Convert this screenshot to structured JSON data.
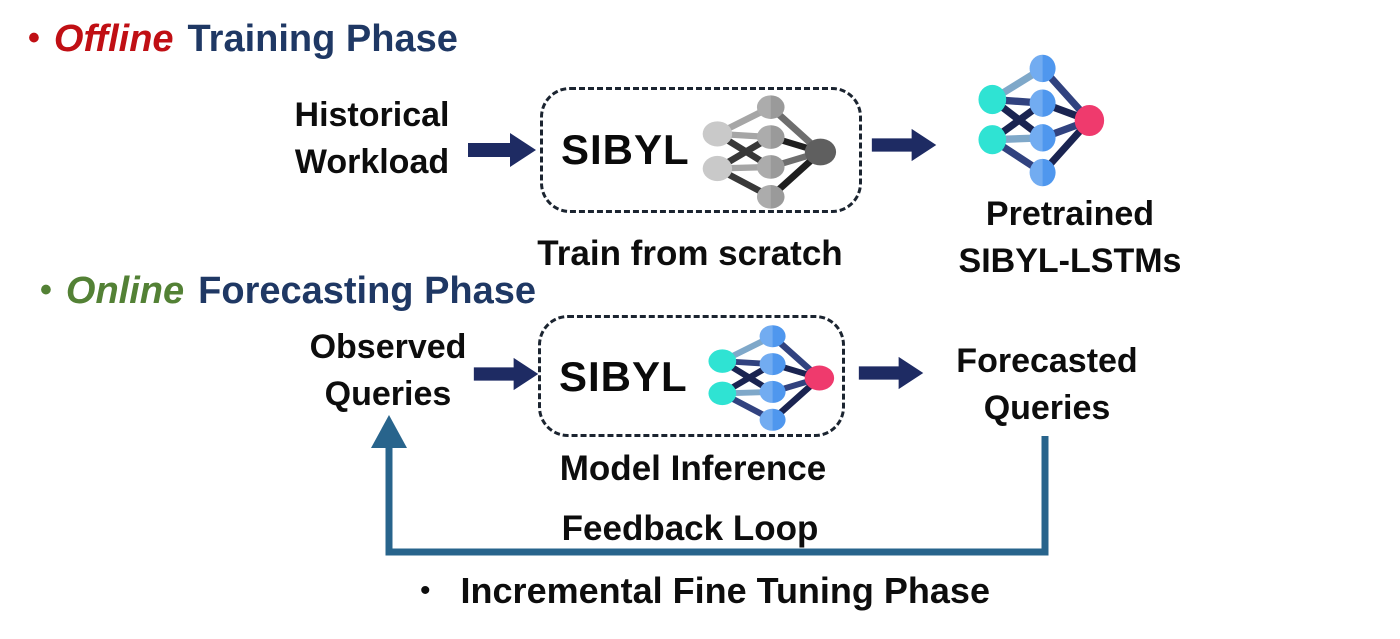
{
  "ui": {
    "bullet": "•"
  },
  "colors": {
    "title-navy": "#1f3864",
    "offline-red": "#c00f14",
    "online-green": "#538135",
    "label-black": "#0d0d0d",
    "arrow-navy": "#1e2b63",
    "loop-blue": "#28648c",
    "box-border": "#1b2430",
    "node-cyan": "#2fe3d3",
    "node-blue": "#4f97ee",
    "node-pink": "#ef3a6d",
    "edge-steel": "#7fa8c9",
    "edge-navy": "#31427f",
    "edge-darknavy": "#1a2451",
    "node-gray-light": "#c9c9c9",
    "node-gray-mid": "#9a9a9a",
    "node-gray-dark": "#5f5f5f",
    "edge-gray-light": "#a6a6a6",
    "edge-gray-mid": "#6e6e6e",
    "edge-gray-dark": "#383838",
    "edge-gray-darkest": "#1f1f1f"
  },
  "offline": {
    "title_em": "Offline",
    "title_rest": "Training Phase",
    "input_lines": [
      "Historical",
      "Workload"
    ],
    "box_label": "SIBYL",
    "caption": "Train from scratch",
    "output_lines": [
      "Pretrained",
      "SIBYL-LSTMs"
    ]
  },
  "online": {
    "title_em": "Online",
    "title_rest": "Forecasting Phase",
    "input_lines": [
      "Observed",
      "Queries"
    ],
    "box_label": "SIBYL",
    "caption": "Model Inference",
    "output_lines": [
      "Forecasted",
      "Queries"
    ]
  },
  "feedback": {
    "loop_label": "Feedback Loop",
    "phase_label": "Incremental Fine Tuning Phase"
  },
  "icons": {
    "gray_network": "neural-network-grayscale-icon",
    "colored_network": "neural-network-colored-icon",
    "flow_arrow": "right-block-arrow-icon",
    "loop_arrow": "feedback-loop-arrow-icon"
  }
}
